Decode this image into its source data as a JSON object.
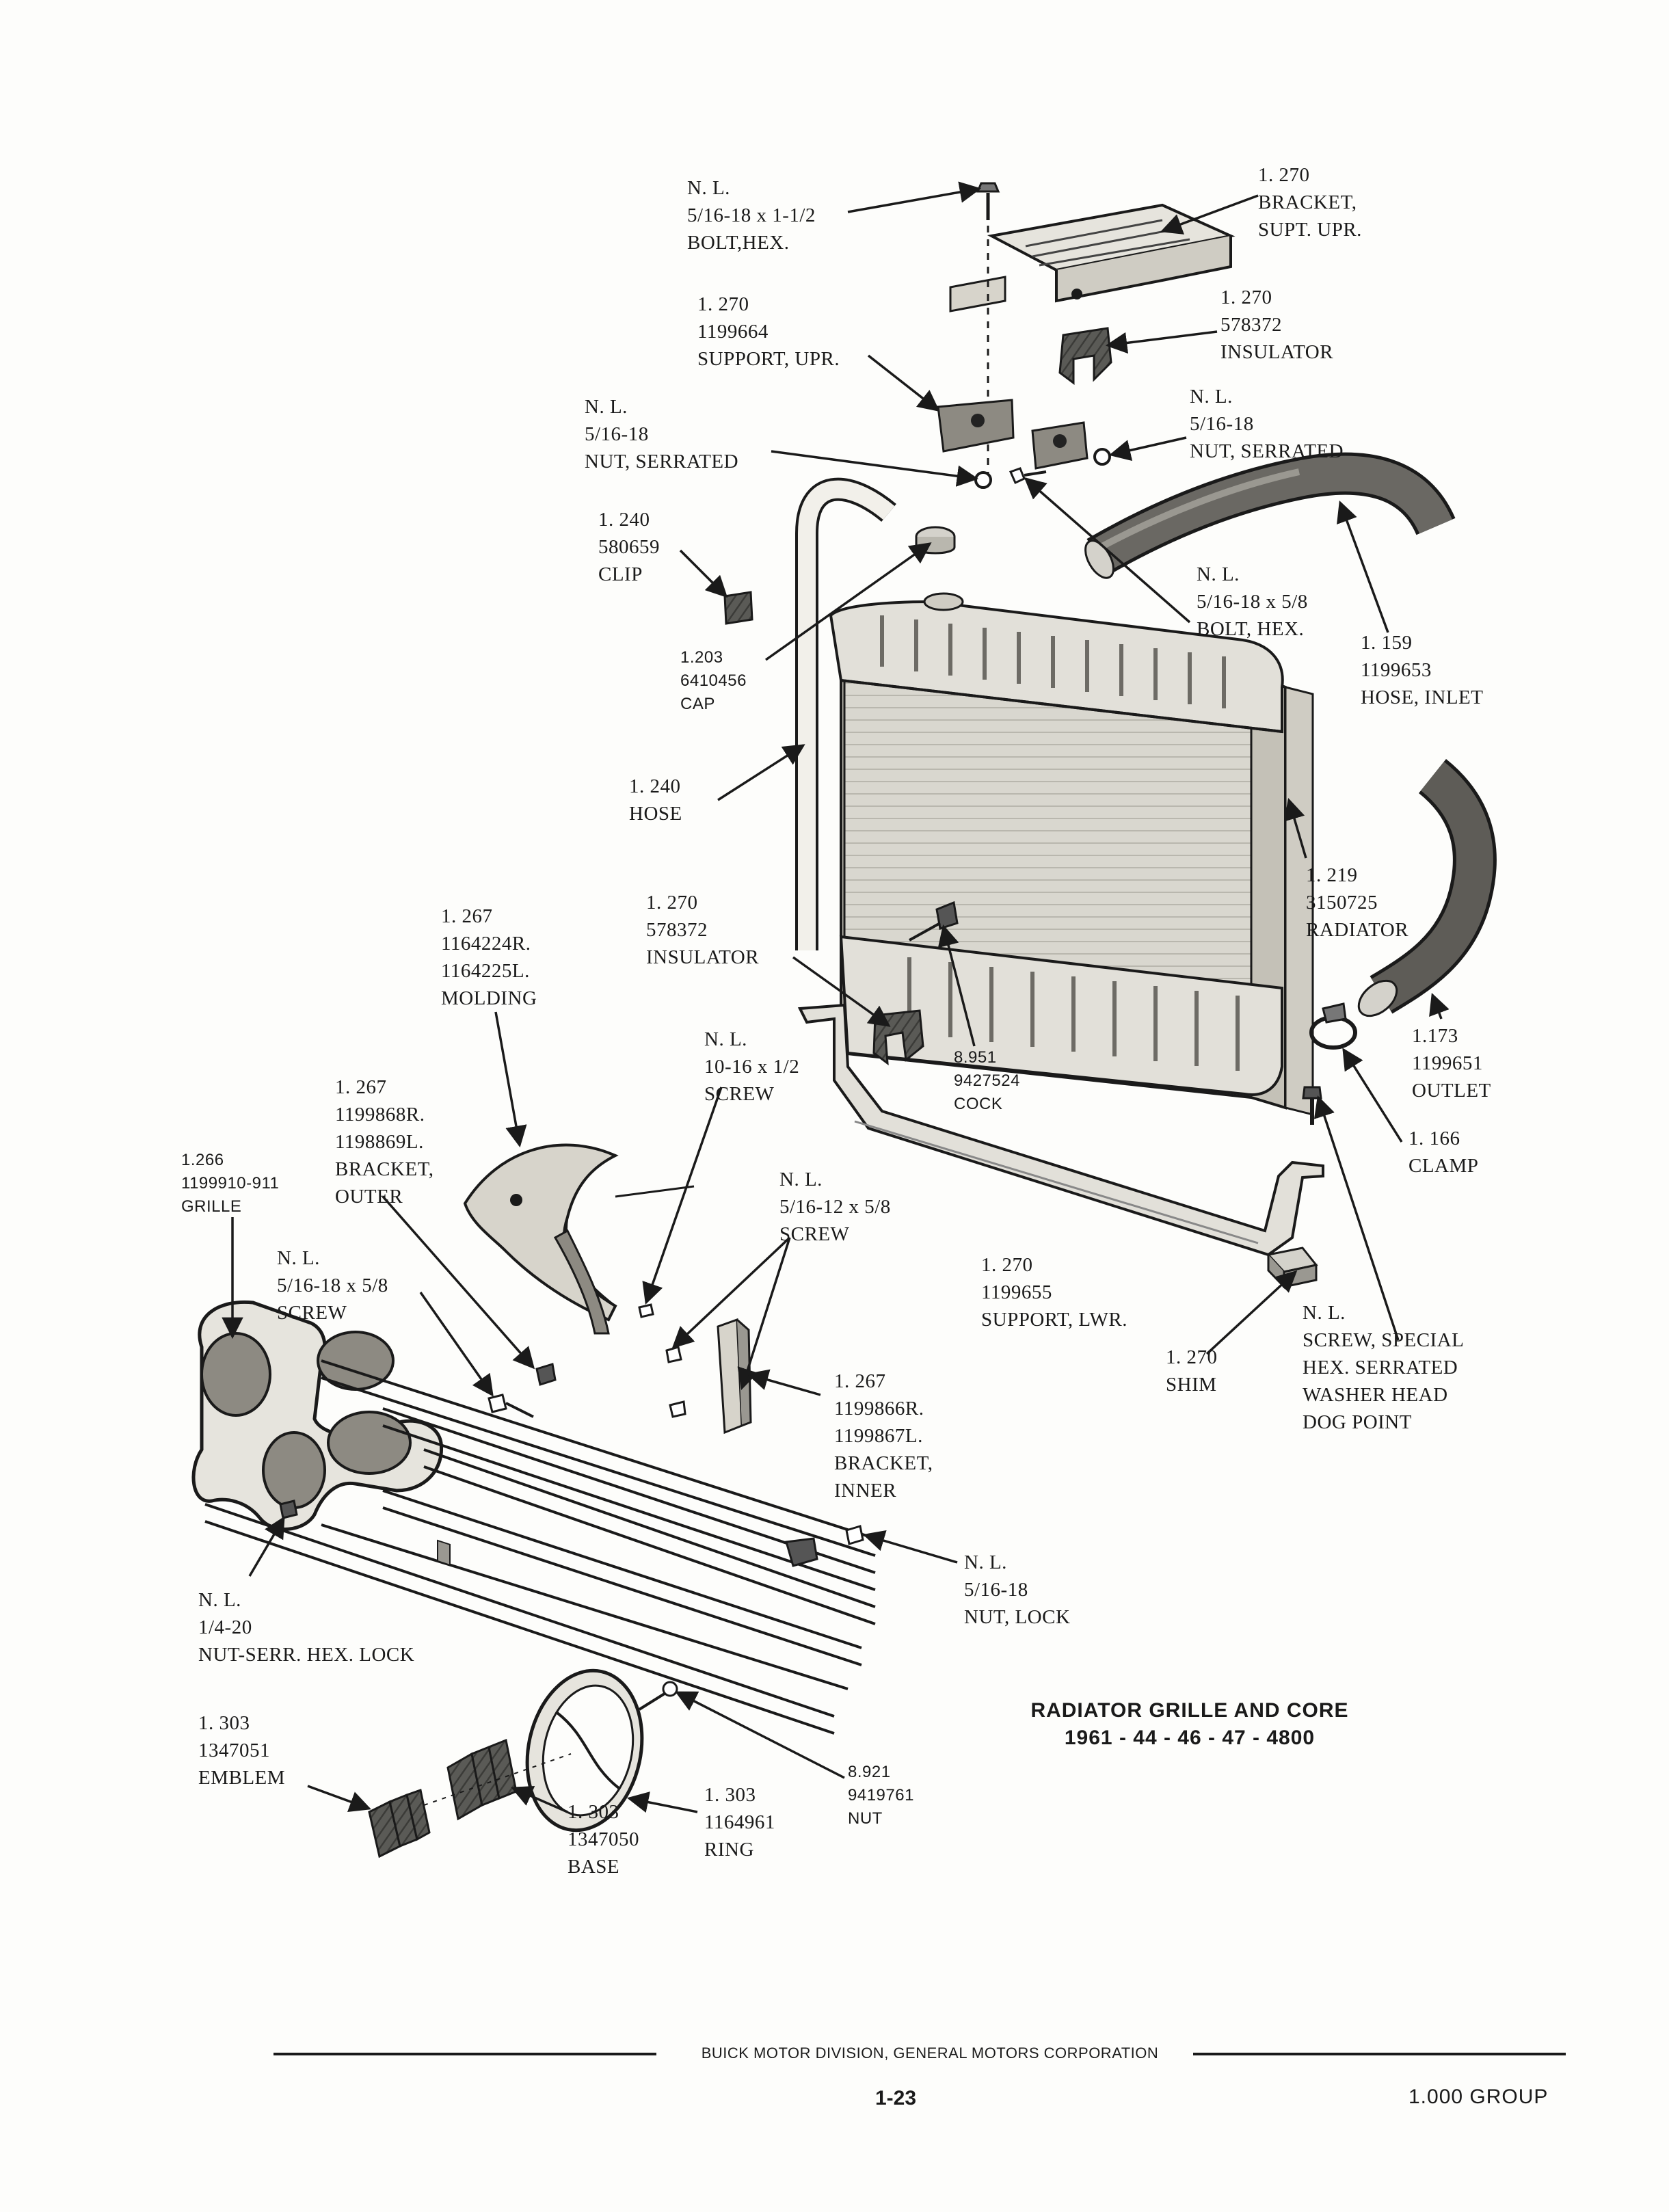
{
  "callouts": {
    "bolt_hex_upper": {
      "lines": [
        "N. L.",
        "5/16-18 x 1-1/2",
        "BOLT,HEX."
      ]
    },
    "bracket_supt_upr": {
      "lines": [
        "1. 270",
        "BRACKET,",
        "SUPT. UPR."
      ]
    },
    "support_upr": {
      "lines": [
        "1. 270",
        "1199664",
        "SUPPORT, UPR."
      ]
    },
    "insulator_upper": {
      "lines": [
        "1. 270",
        "578372",
        "INSULATOR"
      ]
    },
    "nut_serrated_left": {
      "lines": [
        "N. L.",
        "5/16-18",
        "NUT, SERRATED"
      ]
    },
    "nut_serrated_right": {
      "lines": [
        "N. L.",
        "5/16-18",
        "NUT, SERRATED"
      ]
    },
    "clip": {
      "lines": [
        "1. 240",
        "580659",
        "CLIP"
      ]
    },
    "bolt_hex_short": {
      "lines": [
        "N. L.",
        "5/16-18 x 5/8",
        "BOLT, HEX."
      ]
    },
    "cap": {
      "lines": [
        "1.203",
        "6410456",
        "CAP"
      ]
    },
    "hose_inlet": {
      "lines": [
        "1. 159",
        "1199653",
        "HOSE, INLET"
      ]
    },
    "hose": {
      "lines": [
        "1. 240",
        "HOSE"
      ]
    },
    "radiator": {
      "lines": [
        "1. 219",
        "3150725",
        "RADIATOR"
      ]
    },
    "molding": {
      "lines": [
        "1. 267",
        "1164224R.",
        "1164225L.",
        "MOLDING"
      ]
    },
    "insulator_lower": {
      "lines": [
        "1. 270",
        "578372",
        "INSULATOR"
      ]
    },
    "screw_10_16": {
      "lines": [
        "N. L.",
        "10-16 x 1/2",
        "SCREW"
      ]
    },
    "cock": {
      "lines": [
        "8.951",
        "9427524",
        "COCK"
      ]
    },
    "outlet": {
      "lines": [
        "1.173",
        "1199651",
        "OUTLET"
      ]
    },
    "bracket_outer": {
      "lines": [
        "1. 267",
        "1199868R.",
        "1198869L.",
        "BRACKET,",
        "OUTER"
      ]
    },
    "clamp": {
      "lines": [
        "1. 166",
        "CLAMP"
      ]
    },
    "grille": {
      "lines": [
        "1.266",
        "1199910-911",
        "GRILLE"
      ]
    },
    "screw_5_16_12": {
      "lines": [
        "N. L.",
        "5/16-12 x 5/8",
        "SCREW"
      ]
    },
    "screw_5_16_18": {
      "lines": [
        "N. L.",
        "5/16-18 x 5/8",
        "SCREW"
      ]
    },
    "support_lwr": {
      "lines": [
        "1. 270",
        "1199655",
        "SUPPORT, LWR."
      ]
    },
    "screw_special": {
      "lines": [
        "N. L.",
        "SCREW, SPECIAL",
        "HEX. SERRATED",
        "WASHER HEAD",
        "DOG POINT"
      ]
    },
    "shim": {
      "lines": [
        "1. 270",
        "SHIM"
      ]
    },
    "bracket_inner": {
      "lines": [
        "1. 267",
        "1199866R.",
        "1199867L.",
        "BRACKET,",
        "INNER"
      ]
    },
    "nut_lock": {
      "lines": [
        "N. L.",
        "5/16-18",
        "NUT, LOCK"
      ]
    },
    "nut_serr_hex_lock": {
      "lines": [
        "N. L.",
        "1/4-20",
        "NUT-SERR. HEX. LOCK"
      ]
    },
    "emblem": {
      "lines": [
        "1. 303",
        "1347051",
        "EMBLEM"
      ]
    },
    "nut_921": {
      "lines": [
        "8.921",
        "9419761",
        "NUT"
      ]
    },
    "ring": {
      "lines": [
        "1. 303",
        "1164961",
        "RING"
      ]
    },
    "base": {
      "lines": [
        "1. 303",
        "1347050",
        "BASE"
      ]
    }
  },
  "title": {
    "line1": "RADIATOR GRILLE AND CORE",
    "line2": "1961 - 44 - 46 - 47 - 4800"
  },
  "footer": {
    "division": "BUICK MOTOR DIVISION, GENERAL MOTORS CORPORATION",
    "page": "1-23",
    "group": "1.000 GROUP"
  }
}
